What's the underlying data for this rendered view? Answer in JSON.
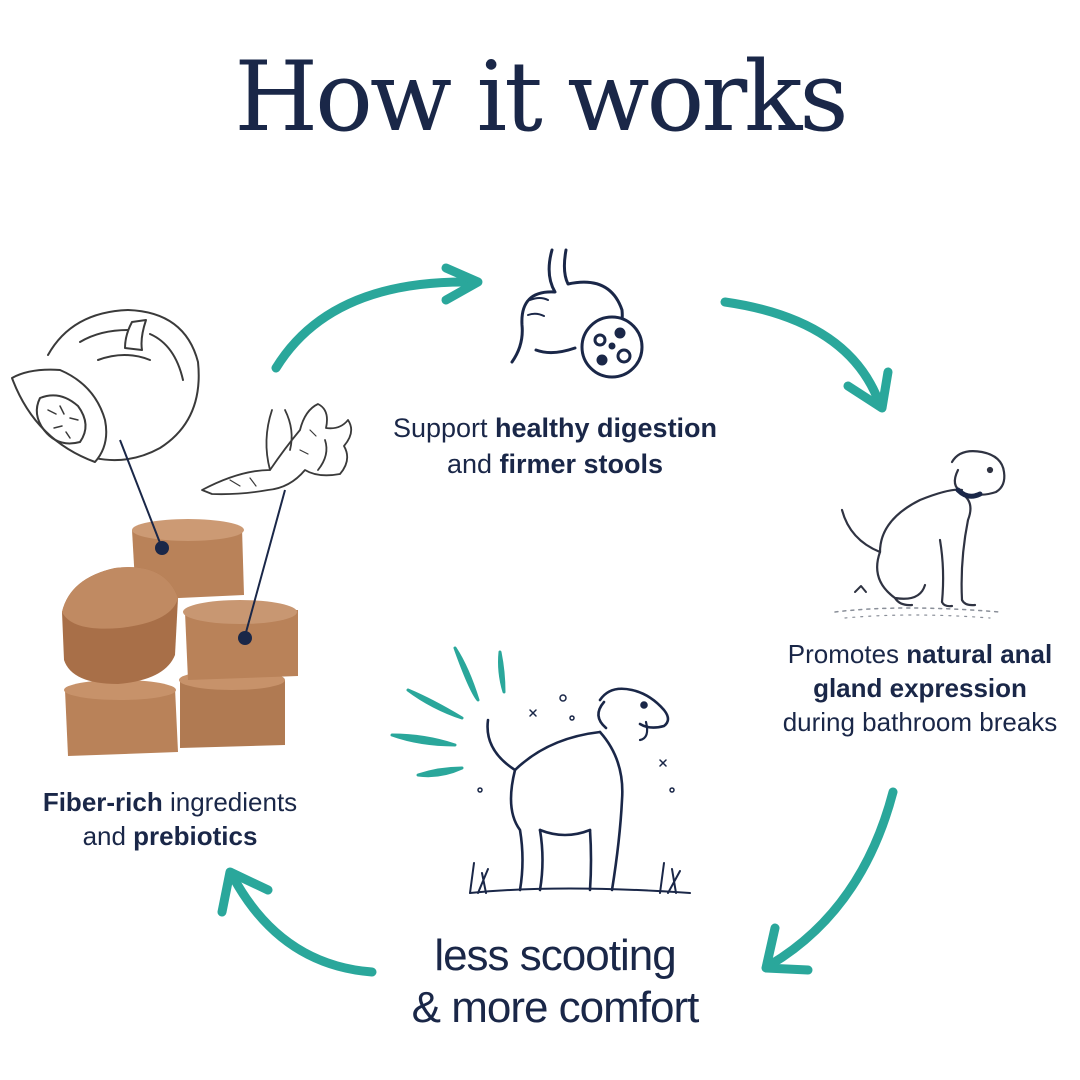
{
  "title": "How it works",
  "colors": {
    "accent": "#2aa79b",
    "ink": "#1a2748",
    "treat": "#b98259",
    "treat_dark": "#8a5a3a"
  },
  "steps": [
    {
      "icon": "stomach-icon",
      "normal_1": "Support ",
      "bold_1": "healthy digestion",
      "normal_2": "and ",
      "bold_2": "firmer stools"
    },
    {
      "icon": "dog-squatting-icon",
      "normal_1": "Promotes ",
      "bold_1": "natural anal",
      "bold_2": "gland expression",
      "normal_2": "during bathroom breaks"
    },
    {
      "icon": "treats-icon",
      "bold_1": "Fiber-rich",
      "normal_1": " ingredients",
      "normal_2": "and ",
      "bold_2": "prebiotics"
    },
    {
      "icon": "happy-dog-icon",
      "line_1": "less scooting",
      "line_2": "& more comfort"
    }
  ]
}
